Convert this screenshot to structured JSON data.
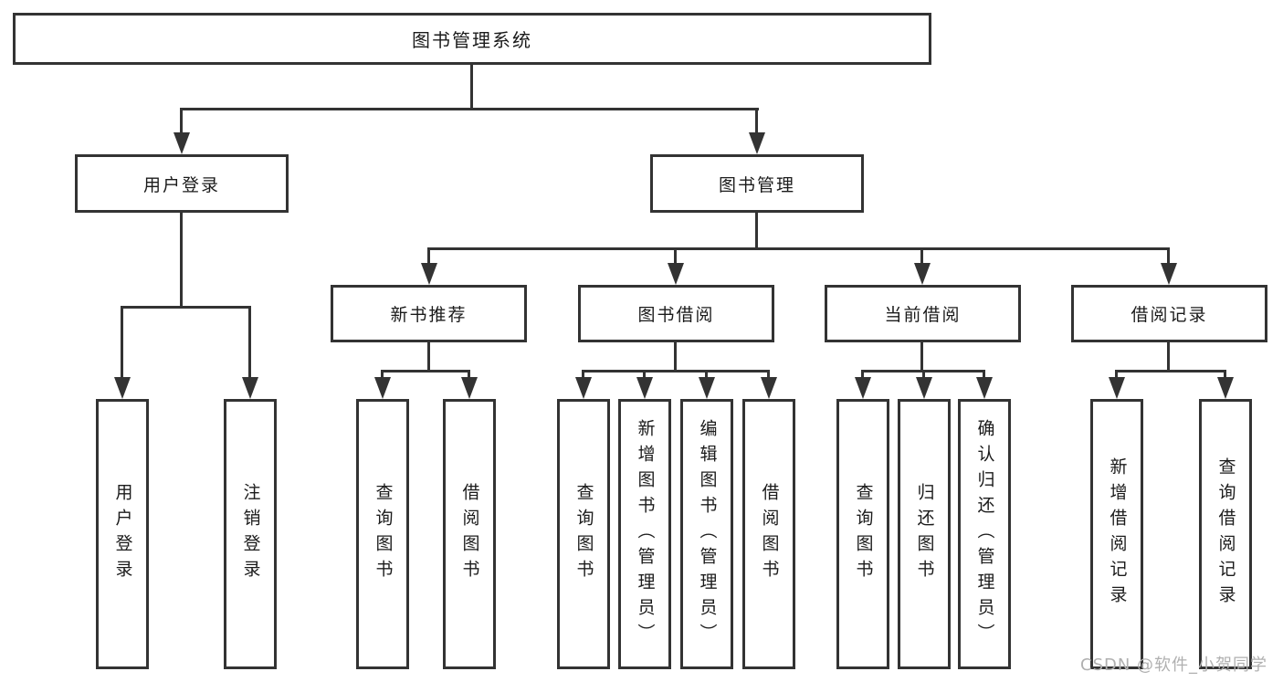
{
  "diagram": {
    "root": {
      "label": "图书管理系统"
    },
    "level2": {
      "user_login": {
        "label": "用户登录"
      },
      "book_management": {
        "label": "图书管理"
      }
    },
    "level3": {
      "new_book_recommend": {
        "label": "新书推荐"
      },
      "book_borrow": {
        "label": "图书借阅"
      },
      "current_borrow": {
        "label": "当前借阅"
      },
      "borrow_record": {
        "label": "借阅记录"
      }
    },
    "leaves": {
      "user_login": {
        "label": "用户登录"
      },
      "logout": {
        "label": "注销登录"
      },
      "recommend_query_book": {
        "label": "查询图书"
      },
      "recommend_borrow_book": {
        "label": "借阅图书"
      },
      "borrow_query_book": {
        "label": "查询图书"
      },
      "borrow_add_book": {
        "label": "新增图书（管理员）"
      },
      "borrow_edit_book": {
        "label": "编辑图书（管理员）"
      },
      "borrow_borrow_book": {
        "label": "借阅图书"
      },
      "current_query_book": {
        "label": "查询图书"
      },
      "current_return_book": {
        "label": "归还图书"
      },
      "current_confirm_return": {
        "label": "确认归还（管理员）"
      },
      "record_add_record": {
        "label": "新增借阅记录"
      },
      "record_query_record": {
        "label": "查询借阅记录"
      }
    },
    "colors": {
      "line": "#333333",
      "text": "#1b1b1b",
      "background": "#ffffff",
      "watermark": "#b0b0b0"
    }
  },
  "watermark": {
    "text": "CSDN @软件_小贺同学"
  }
}
